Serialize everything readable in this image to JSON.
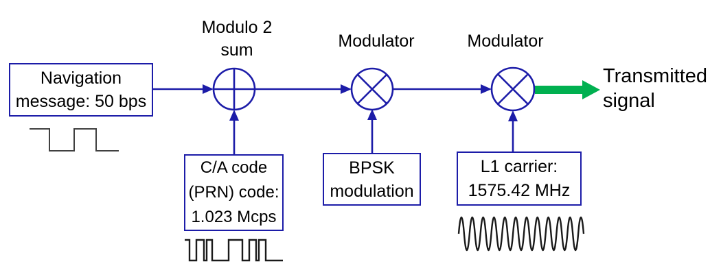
{
  "diagram": {
    "type": "block-diagram",
    "colors": {
      "outline_blue": "#1C1CA8",
      "arrow_green": "#00B050",
      "nav_wave_gray": "#404040",
      "code_wave_dark": "#1a1a1a"
    },
    "nav_box": {
      "line1": "Navigation",
      "line2": "message: 50 bps"
    },
    "modulo_label": {
      "line1": "Modulo 2",
      "line2": "sum"
    },
    "modulator1_label": "Modulator",
    "modulator2_label": "Modulator",
    "ca_box": {
      "line1": "C/A code",
      "line2": "(PRN) code:",
      "line3": "1.023 Mcps"
    },
    "bpsk_box": {
      "line1": "BPSK",
      "line2": "modulation"
    },
    "l1_box": {
      "line1": "L1 carrier:",
      "line2": "1575.42 MHz"
    },
    "output_label": {
      "line1": "Transmitted",
      "line2": "signal"
    },
    "symbols": {
      "modulo2_adder": "circle-plus",
      "modulator": "circle-x"
    },
    "waveforms": {
      "navigation_message": {
        "kind": "square-wave",
        "bits": "1010"
      },
      "prn_code": {
        "kind": "chip-sequence",
        "chips": "101010101011"
      },
      "l1_carrier": {
        "kind": "sine",
        "cycles": 11.5
      }
    }
  }
}
